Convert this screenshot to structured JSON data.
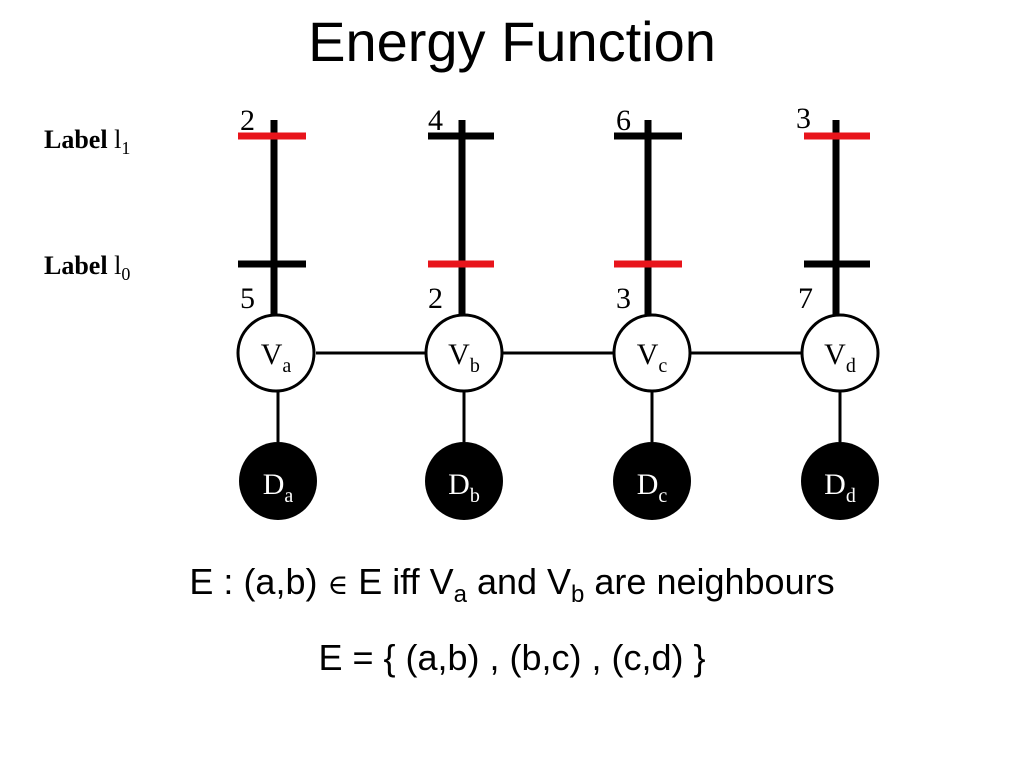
{
  "title": "Energy Function",
  "label_rows": {
    "l1": {
      "word": "Label",
      "letter": "l",
      "sub": "1"
    },
    "l0": {
      "word": "Label",
      "letter": "l",
      "sub": "0"
    }
  },
  "nodes": [
    {
      "id": "a",
      "v_letter": "V",
      "d_letter": "D",
      "sub": "a",
      "cost_l1": "2",
      "cost_l0": "5",
      "selected": "l1"
    },
    {
      "id": "b",
      "v_letter": "V",
      "d_letter": "D",
      "sub": "b",
      "cost_l1": "4",
      "cost_l0": "2",
      "selected": "l0"
    },
    {
      "id": "c",
      "v_letter": "V",
      "d_letter": "D",
      "sub": "c",
      "cost_l1": "6",
      "cost_l0": "3",
      "selected": "l0"
    },
    {
      "id": "d",
      "v_letter": "V",
      "d_letter": "D",
      "sub": "d",
      "cost_l1": "3",
      "cost_l0": "7",
      "selected": "l1"
    }
  ],
  "colors": {
    "selected": "#e8141b",
    "line": "#000000",
    "data_node": "#000000",
    "variable_node": "#ffffff"
  },
  "formula1": {
    "p1": "E : (a,b) ",
    "symbol": "∈",
    "p2": " E iff V",
    "sub1": "a",
    "p3": " and V",
    "sub2": "b",
    "p4": " are neighbours"
  },
  "formula2": "E = { (a,b) , (b,c) , (c,d) }"
}
